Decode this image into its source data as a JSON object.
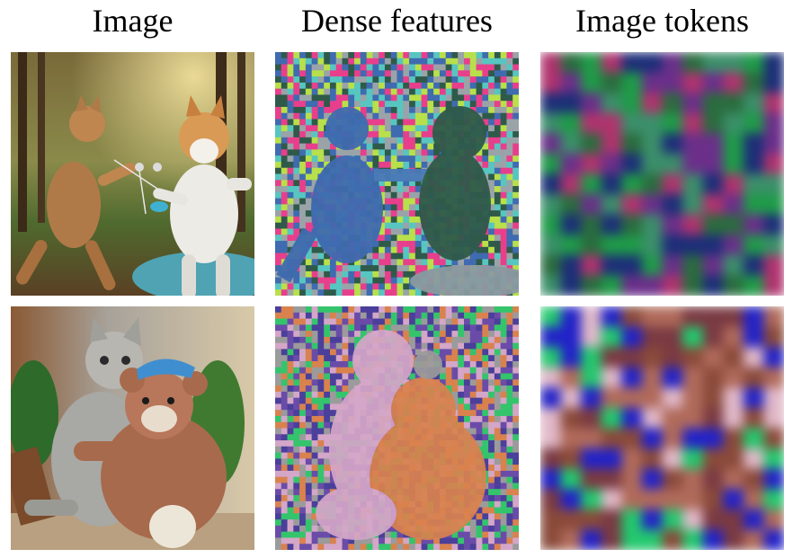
{
  "columns": [
    {
      "title": "Image"
    },
    {
      "title": "Dense features"
    },
    {
      "title": "Image tokens"
    }
  ],
  "rows": [
    {
      "subject": "cat and dog fencing in a forest"
    },
    {
      "subject": "tabby cat hugging a teddy bear wearing a blue cap"
    }
  ],
  "colors": {
    "dense_row1": [
      "#e83f8c",
      "#b8e04a",
      "#3f6bb0",
      "#2f5a4a",
      "#9aa3a8",
      "#57c6c0"
    ],
    "dense_row2": [
      "#6a4ca8",
      "#34c46c",
      "#d4a6c8",
      "#d9824e",
      "#9b9b9b",
      "#4a3f9a"
    ],
    "tokens_row1": [
      "#1c2e78",
      "#1f9b48",
      "#b0336e",
      "#2a6c3e",
      "#6b2f8a",
      "#3b8f6a"
    ],
    "tokens_row2": [
      "#2222c8",
      "#23c86e",
      "#b06a5a",
      "#7a3a42",
      "#e0b8c8",
      "#8a4a3a"
    ]
  }
}
